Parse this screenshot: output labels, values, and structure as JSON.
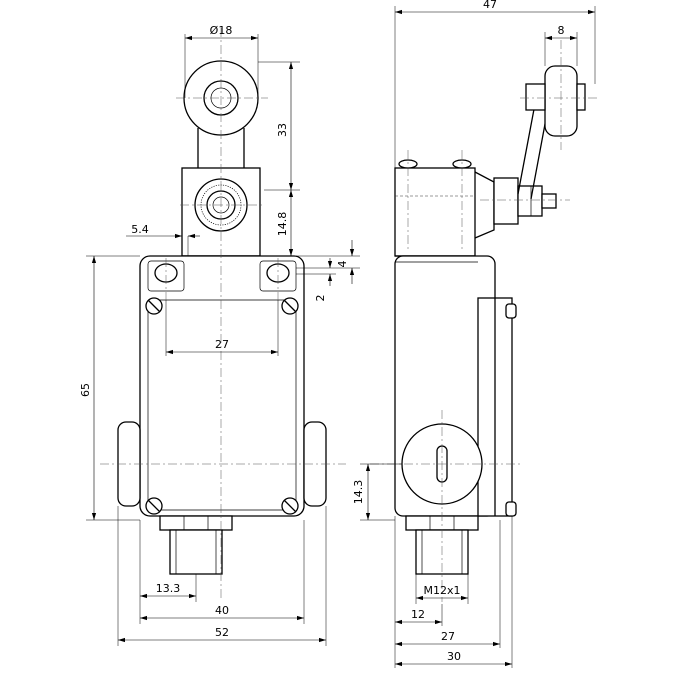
{
  "dimensions": {
    "roller_diameter": "Ø18",
    "lever_length": "33",
    "head_height": "14.8",
    "offset": "5.4",
    "slot": "4",
    "slot_gap": "2",
    "hole_spacing": "27",
    "body_height": "65",
    "thread_offset": "13.3",
    "mount_spacing": "40",
    "body_width": "52",
    "total_depth": "47",
    "roller_width": "8",
    "conduit_height": "14.3",
    "thread": "M12x1",
    "conn_offset": "12",
    "side_mount": "27",
    "side_depth": "30"
  }
}
